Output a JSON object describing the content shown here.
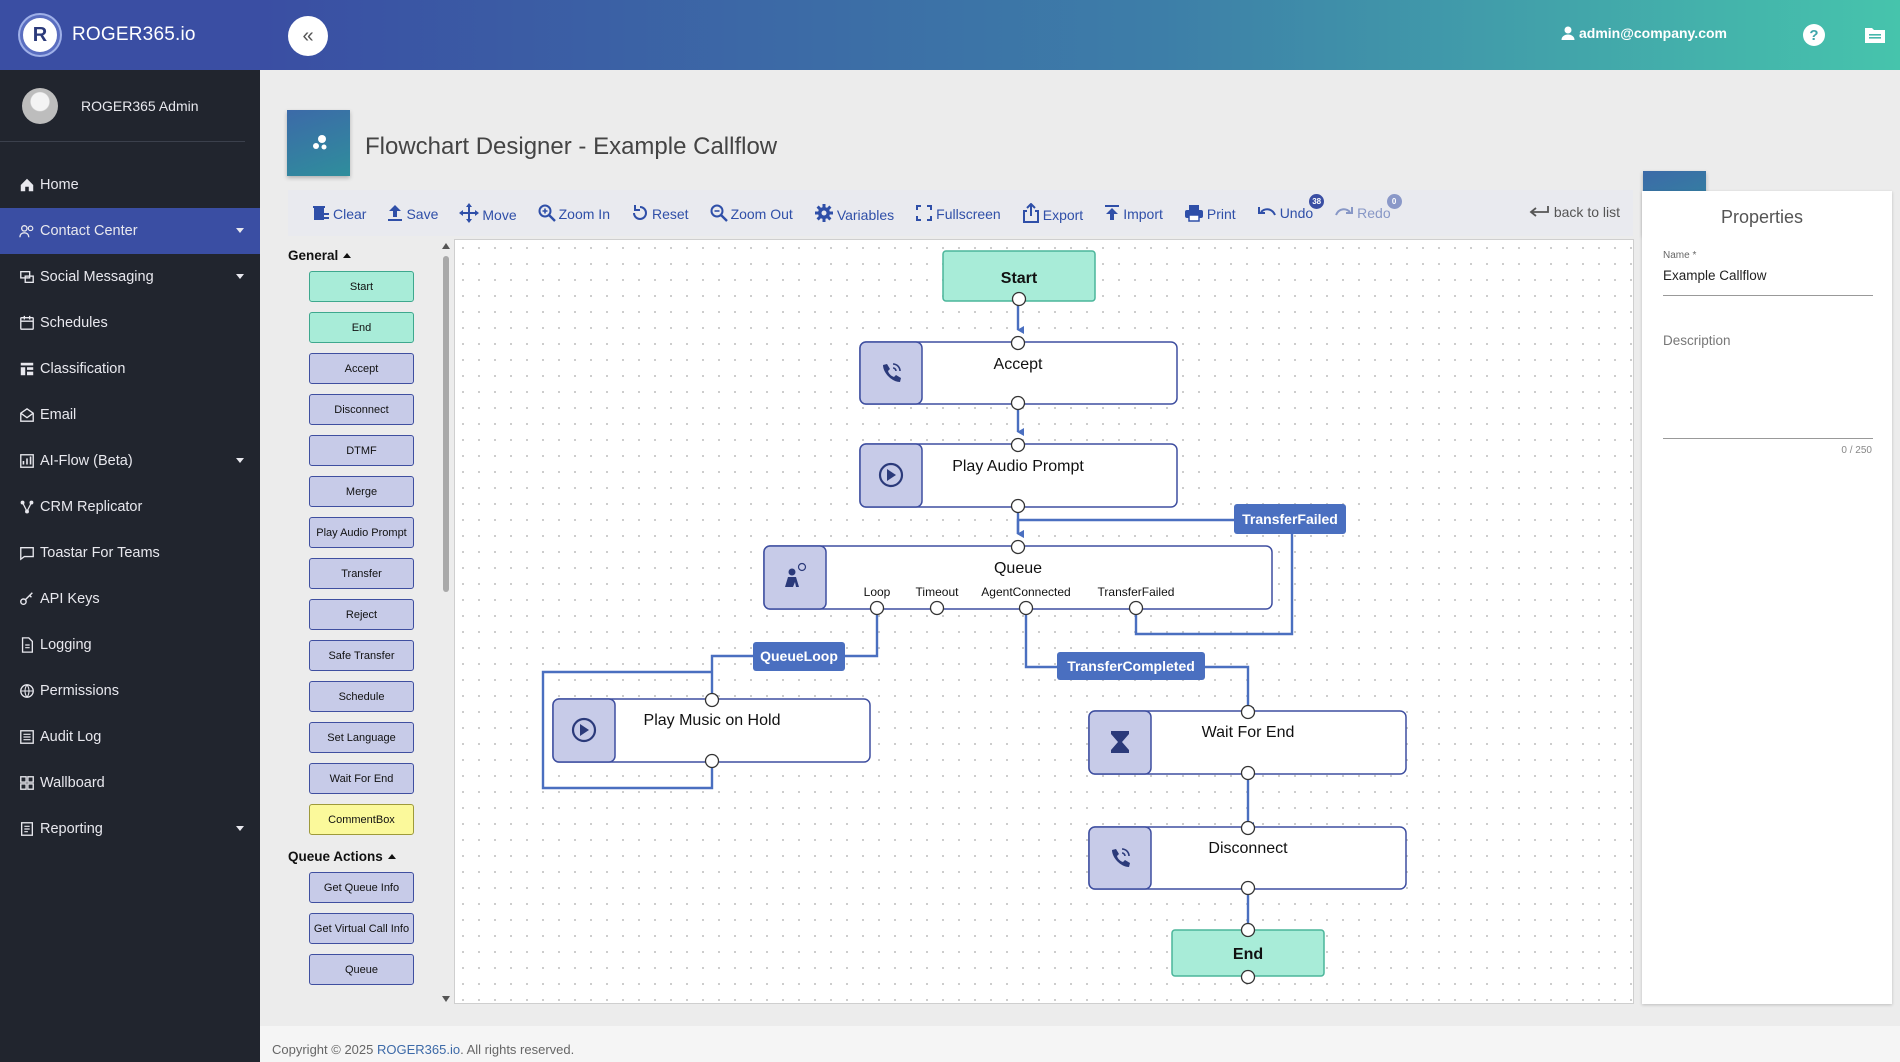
{
  "app": {
    "brand": "ROGER365.io",
    "logo_letter": "R"
  },
  "user": {
    "name": "ROGER365 Admin",
    "email": "admin@company.com"
  },
  "sidebar": {
    "items": [
      {
        "label": "Home",
        "icon": "home-icon",
        "active": false,
        "caret": false
      },
      {
        "label": "Contact Center",
        "icon": "users-icon",
        "active": true,
        "caret": true
      },
      {
        "label": "Social Messaging",
        "icon": "chat-icon",
        "active": false,
        "caret": true
      },
      {
        "label": "Schedules",
        "icon": "calendar-icon",
        "active": false,
        "caret": false
      },
      {
        "label": "Classification",
        "icon": "grid-icon",
        "active": false,
        "caret": false
      },
      {
        "label": "Email",
        "icon": "mail-icon",
        "active": false,
        "caret": false
      },
      {
        "label": "AI-Flow (Beta)",
        "icon": "ai-flow-icon",
        "active": false,
        "caret": true
      },
      {
        "label": "CRM Replicator",
        "icon": "share-icon",
        "active": false,
        "caret": false
      },
      {
        "label": "Toastar For Teams",
        "icon": "message-icon",
        "active": false,
        "caret": false
      },
      {
        "label": "API Keys",
        "icon": "key-icon",
        "active": false,
        "caret": false
      },
      {
        "label": "Logging",
        "icon": "file-icon",
        "active": false,
        "caret": false
      },
      {
        "label": "Permissions",
        "icon": "globe-icon",
        "active": false,
        "caret": false
      },
      {
        "label": "Audit Log",
        "icon": "list-icon",
        "active": false,
        "caret": false
      },
      {
        "label": "Wallboard",
        "icon": "dashboard-icon",
        "active": false,
        "caret": false
      },
      {
        "label": "Reporting",
        "icon": "report-icon",
        "active": false,
        "caret": true
      }
    ]
  },
  "page": {
    "title": "Flowchart Designer - Example Callflow"
  },
  "toolbar": {
    "clear": "Clear",
    "save": "Save",
    "move": "Move",
    "zoom_in": "Zoom In",
    "reset": "Reset",
    "zoom_out": "Zoom Out",
    "variables": "Variables",
    "fullscreen": "Fullscreen",
    "export": "Export",
    "import": "Import",
    "print": "Print",
    "undo": "Undo",
    "undo_count": "38",
    "redo": "Redo",
    "redo_count": "0",
    "back": "back to list"
  },
  "palette": {
    "general_label": "General",
    "general": [
      "Start",
      "End",
      "Accept",
      "Disconnect",
      "DTMF",
      "Merge",
      "Play Audio Prompt",
      "Transfer",
      "Reject",
      "Safe Transfer",
      "Schedule",
      "Set Language",
      "Wait For End",
      "CommentBox"
    ],
    "queue_label": "Queue Actions",
    "queue": [
      "Get Queue Info",
      "Get Virtual Call Info",
      "Queue"
    ]
  },
  "flow": {
    "start": "Start",
    "accept": "Accept",
    "play_audio": "Play Audio Prompt",
    "queue": "Queue",
    "ports": {
      "loop": "Loop",
      "timeout": "Timeout",
      "agent_connected": "AgentConnected",
      "transfer_failed": "TransferFailed"
    },
    "play_music": "Play Music on Hold",
    "wait_for_end": "Wait For End",
    "disconnect": "Disconnect",
    "end": "End",
    "labels": {
      "transfer_failed": "TransferFailed",
      "queue_loop": "QueueLoop",
      "transfer_completed": "TransferCompleted"
    }
  },
  "properties": {
    "title": "Properties",
    "name_label": "Name *",
    "name_value": "Example Callflow",
    "description_label": "Description",
    "counter": "0 / 250"
  },
  "footer": {
    "prefix": "Copyright © 2025 ",
    "link": "ROGER365.io",
    "suffix": ". All rights reserved."
  },
  "colors": {
    "sidebar_bg": "#21252e",
    "accent": "#3a4ea3",
    "node_fill": "#c7cbe8",
    "terminal_fill": "#a8ecd8",
    "link": "#4a6fc0"
  }
}
